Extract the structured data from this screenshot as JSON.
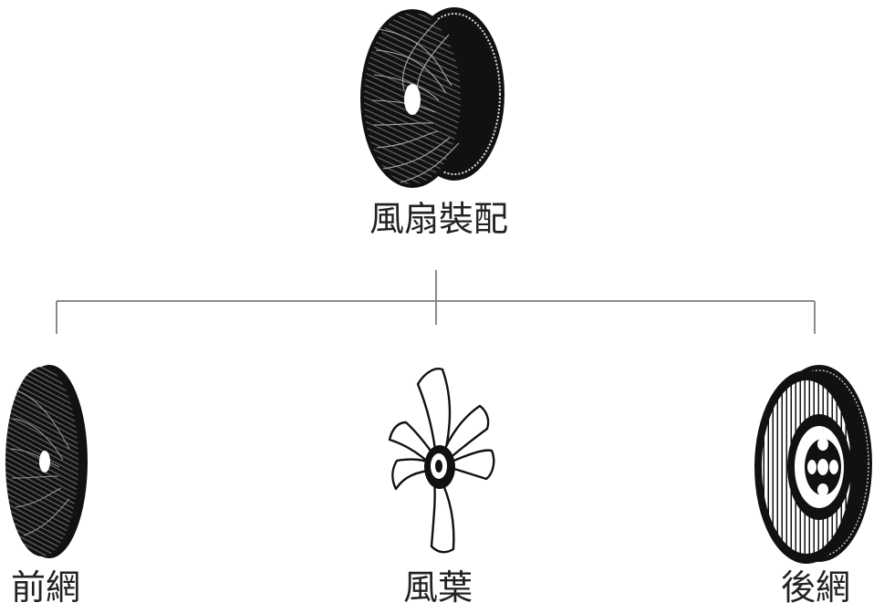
{
  "root": {
    "label": "風扇裝配",
    "illustration": "assembled-fan-grille-icon"
  },
  "children": [
    {
      "label": "前網",
      "illustration": "front-grille-icon"
    },
    {
      "label": "風葉",
      "illustration": "fan-blade-icon"
    },
    {
      "label": "後網",
      "illustration": "rear-grille-icon"
    }
  ],
  "colors": {
    "line": "#8a8a8a",
    "ink": "#111111",
    "background": "#ffffff"
  }
}
